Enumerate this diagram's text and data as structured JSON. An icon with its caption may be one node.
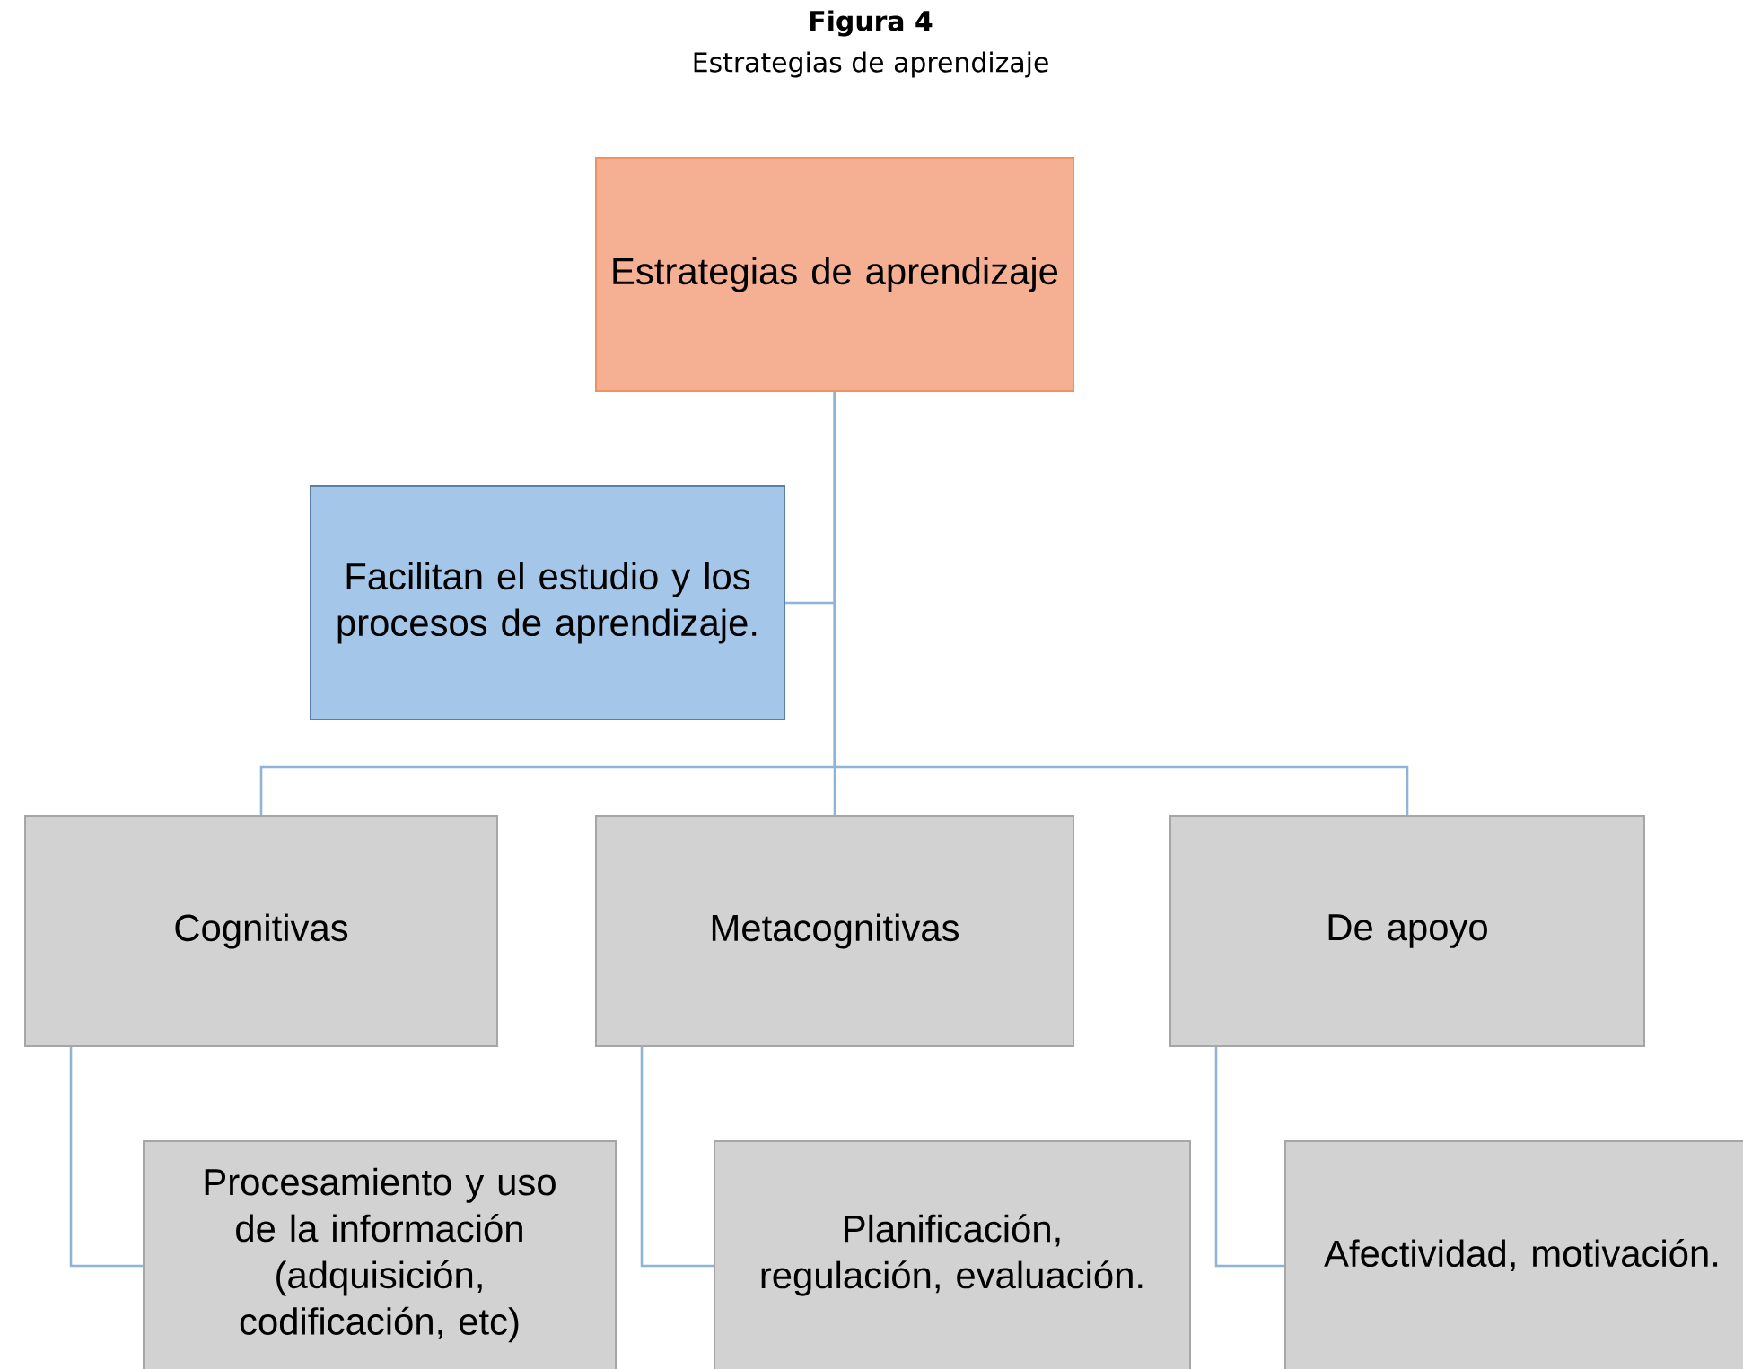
{
  "diagram": {
    "title": "Figura 4",
    "caption": "Estrategias de aprendizaje",
    "nodes": [
      {
        "text": [
          "Estrategias de aprendizaje"
        ]
      },
      {
        "text": [
          "Facilitan el estudio y los procesos de aprendizaje."
        ]
      },
      {
        "text": [
          "Cognitivas"
        ]
      },
      {
        "text": [
          "Metacognitivas"
        ]
      },
      {
        "text": [
          "De apoyo"
        ]
      },
      {
        "text": [
          "Procesamiento y uso de la información (adquisición, codificación, etc)"
        ]
      },
      {
        "text": [
          "Planificación, regulación, evaluación."
        ]
      },
      {
        "text": [
          "Afectividad, motivación."
        ]
      }
    ],
    "edges": [
      {
        "from": 0,
        "to": 1,
        "arrow": "none"
      },
      {
        "from": 0,
        "to": 2,
        "arrow": "none"
      },
      {
        "from": 0,
        "to": 3,
        "arrow": "none"
      },
      {
        "from": 0,
        "to": 4,
        "arrow": "none"
      },
      {
        "from": 2,
        "to": 5,
        "arrow": "none"
      },
      {
        "from": 3,
        "to": 6,
        "arrow": "none"
      },
      {
        "from": 4,
        "to": 7,
        "arrow": "none"
      }
    ]
  }
}
